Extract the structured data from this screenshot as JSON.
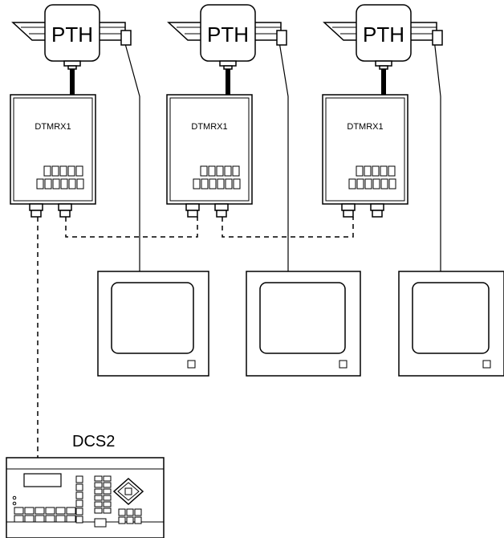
{
  "diagram": {
    "units": [
      {
        "camera_label": "PTH",
        "receiver_label": "DTMRX1"
      },
      {
        "camera_label": "PTH",
        "receiver_label": "DTMRX1"
      },
      {
        "camera_label": "PTH",
        "receiver_label": "DTMRX1"
      }
    ],
    "controller_label": "DCS2",
    "colors": {
      "stroke": "#000000",
      "background": "#ffffff"
    }
  }
}
